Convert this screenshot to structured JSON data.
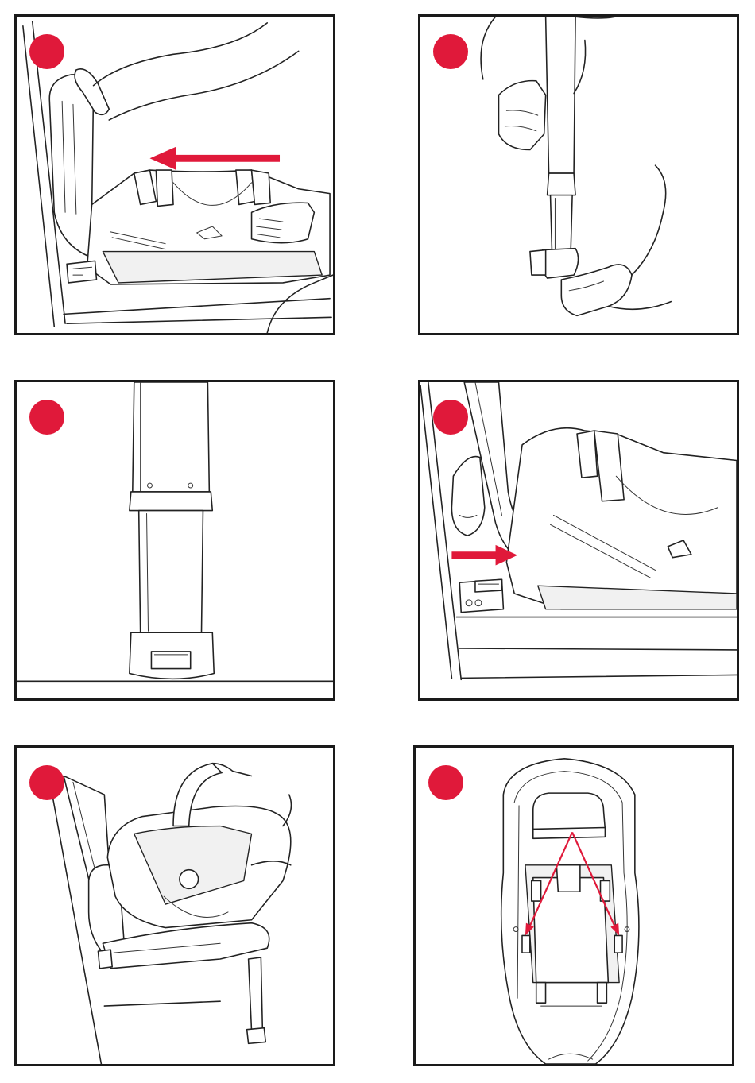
{
  "colors": {
    "accent": "#e0193a",
    "line": "#222222",
    "background": "#ffffff"
  },
  "panels": [
    {
      "id": "step-1",
      "badge_icon": "red-step-dot-icon",
      "arrow": "left"
    },
    {
      "id": "step-2",
      "badge_icon": "red-step-dot-icon",
      "arrow": "none"
    },
    {
      "id": "step-3",
      "badge_icon": "red-step-dot-icon",
      "arrow": "none"
    },
    {
      "id": "step-4",
      "badge_icon": "red-step-dot-icon",
      "arrow": "right"
    },
    {
      "id": "step-5",
      "badge_icon": "red-step-dot-icon",
      "arrow": "none"
    },
    {
      "id": "step-6",
      "badge_icon": "red-step-dot-icon",
      "arrow": "diverging"
    }
  ]
}
